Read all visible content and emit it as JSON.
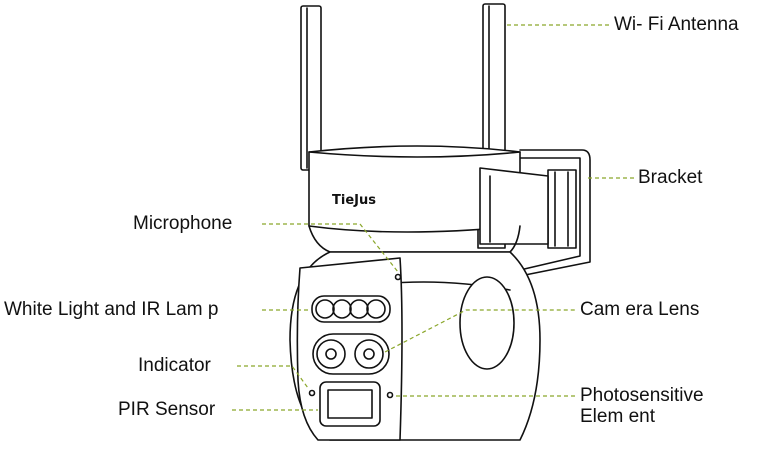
{
  "brand": "TieJus",
  "labels": {
    "wifi_antenna": "Wi- Fi Antenna",
    "bracket": "Bracket",
    "microphone": "Microphone",
    "white_light_ir_lamp": "White Light and IR Lam p",
    "camera_lens": "Cam era Lens",
    "indicator": "Indicator",
    "photosensitive_line1": "Photosensitive",
    "photosensitive_line2": "Elem ent",
    "pir_sensor": "PIR Sensor"
  },
  "colors": {
    "outline": "#111111",
    "leader": "#8aa62a",
    "background": "#ffffff"
  }
}
